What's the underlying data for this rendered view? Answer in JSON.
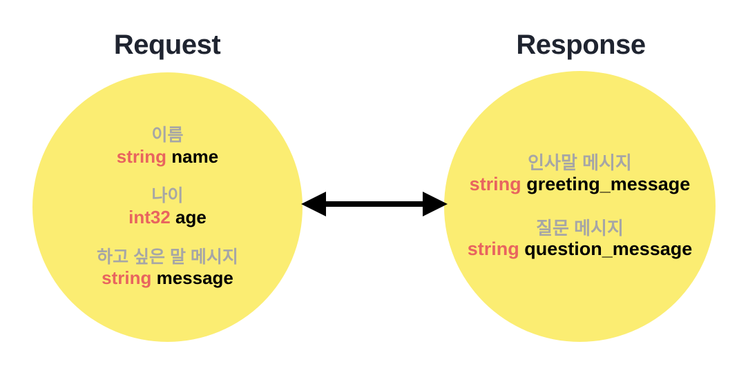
{
  "diagram": {
    "type": "grpc-message-exchange",
    "background_color": "#ffffff",
    "node_fill_color": "#fbed72",
    "type_text_color": "#e8645f",
    "description_text_color": "#a6a6a6",
    "name_text_color": "#000000",
    "title_text_color": "#1f2430",
    "arrow": {
      "name": "bidirectional-arrow",
      "color": "#000000",
      "direction": "both"
    }
  },
  "request": {
    "title": "Request",
    "fields": [
      {
        "description": "이름",
        "type": "string",
        "name": "name"
      },
      {
        "description": "나이",
        "type": "int32",
        "name": "age"
      },
      {
        "description": "하고 싶은 말 메시지",
        "type": "string",
        "name": "message"
      }
    ]
  },
  "response": {
    "title": "Response",
    "fields": [
      {
        "description": "인사말 메시지",
        "type": "string",
        "name": "greeting_message"
      },
      {
        "description": "질문 메시지",
        "type": "string",
        "name": "question_message"
      }
    ]
  }
}
